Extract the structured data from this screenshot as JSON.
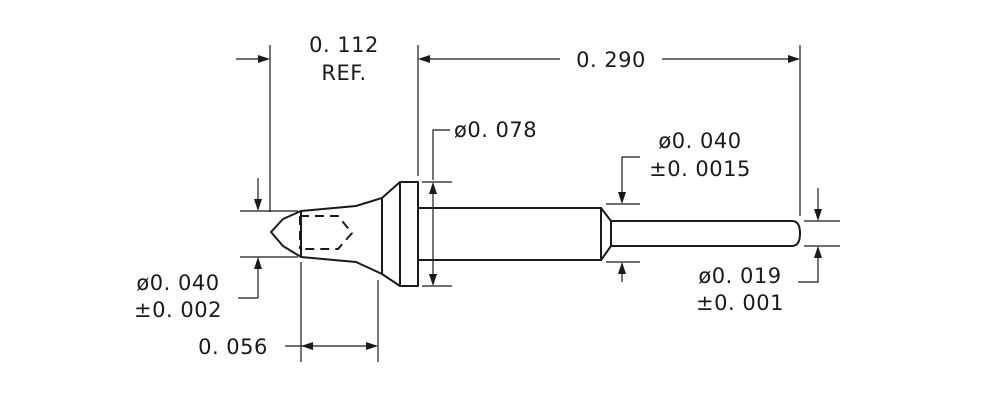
{
  "dimensions": {
    "ref_length": [
      "0. 112",
      "REF."
    ],
    "overall_length": "0. 290",
    "flange_diameter": "ø0. 078",
    "shank_diameter": [
      "ø0. 040",
      "±0. 0015"
    ],
    "tip_diameter": [
      "ø0. 040",
      "±0. 002"
    ],
    "pin_diameter": [
      "ø0. 019",
      "±0. 001"
    ],
    "cone_length": "0. 056"
  }
}
